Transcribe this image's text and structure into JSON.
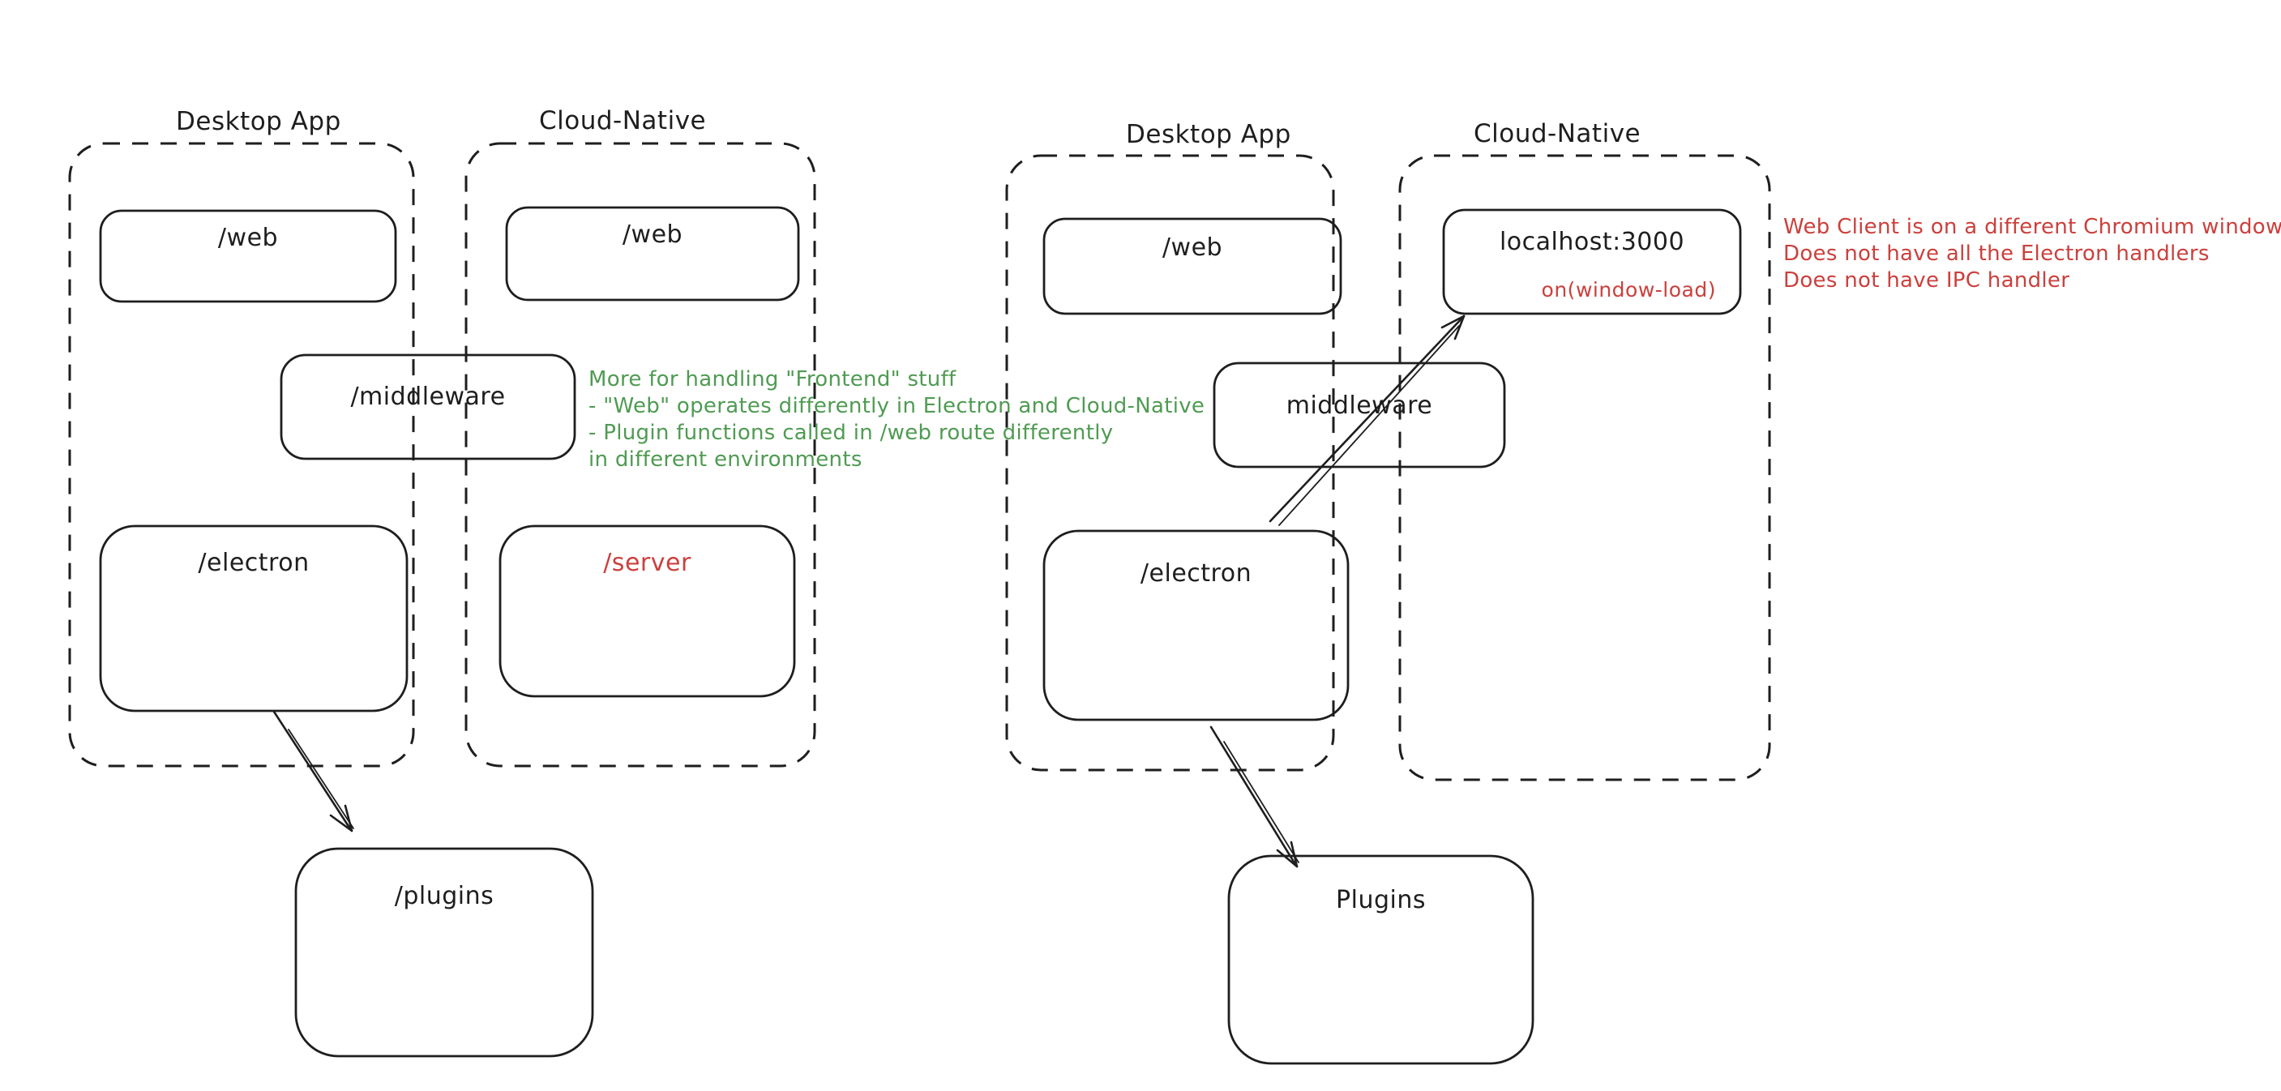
{
  "canvas": {
    "background": "#ffffff"
  },
  "colors": {
    "stroke": "#1e1e1e",
    "green": "#4f9b52",
    "red": "#cb403d"
  },
  "left_diagram": {
    "desktop_group_label": "Desktop App",
    "cloud_group_label": "Cloud-Native",
    "web_desktop_label": "/web",
    "web_cloud_label": "/web",
    "middleware_label": "/middleware",
    "electron_label": "/electron",
    "server_label": "/server",
    "plugins_label": "/plugins"
  },
  "right_diagram": {
    "desktop_group_label": "Desktop App",
    "cloud_group_label": "Cloud-Native",
    "web_label": "/web",
    "localhost_label": "localhost:3000",
    "on_window_load_label": "on(window-load)",
    "middleware_label": "middleware",
    "electron_label": "/electron",
    "plugins_label": "Plugins"
  },
  "annotations": {
    "green_note": {
      "color": "#4f9b52",
      "lines": [
        "More for handling \"Frontend\" stuff",
        "- \"Web\" operates differently in Electron and Cloud-Native",
        "- Plugin functions called in /web route differently",
        "in different environments"
      ]
    },
    "red_note": {
      "color": "#cb403d",
      "lines": [
        "Web Client is on a different Chromium window",
        "Does not have all the Electron handlers",
        "Does not have IPC handler"
      ]
    }
  }
}
